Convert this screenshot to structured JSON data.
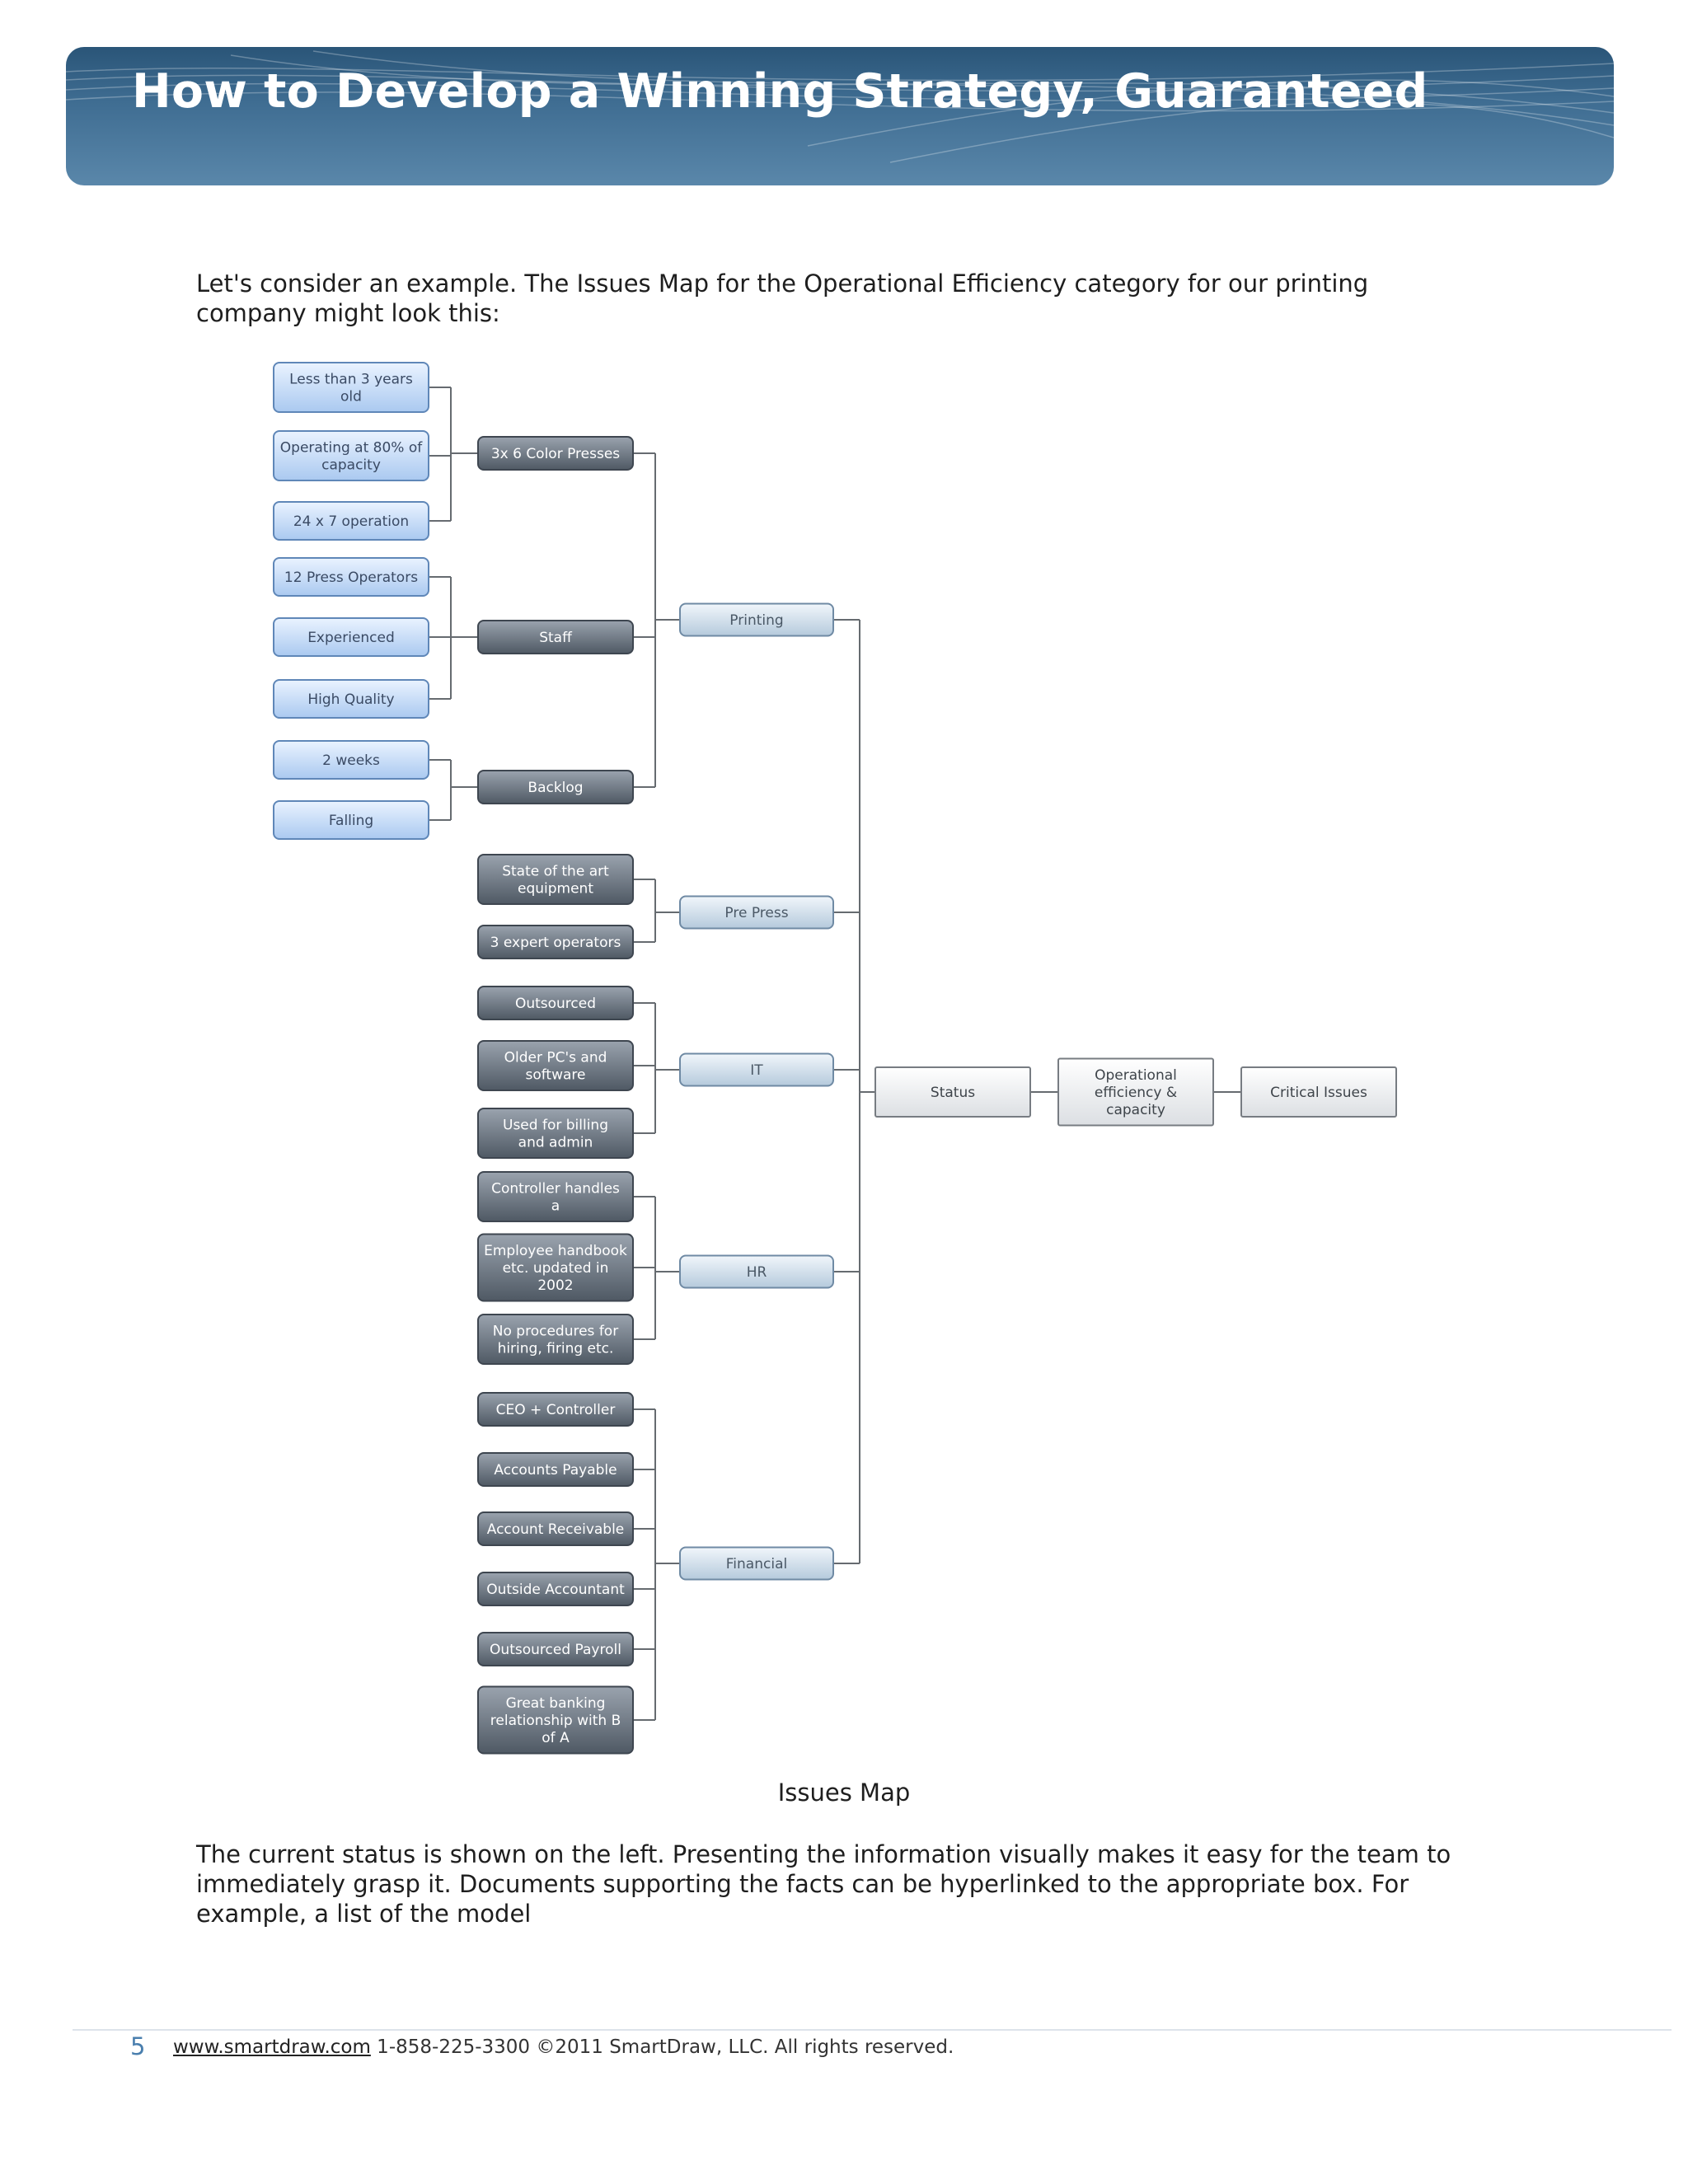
{
  "header": {
    "title": "How to Develop a Winning Strategy, Guaranteed"
  },
  "intro_text": "Let's consider an example. The Issues Map for the Operational Efficiency category for our printing company might look this:",
  "diagram": {
    "caption": "Issues Map",
    "root": "Critical Issues",
    "category": "Operational efficiency & capacity",
    "status": "Status",
    "areas": [
      {
        "label": "Printing",
        "subtopics": [
          {
            "label": "3x 6 Color Presses",
            "details": [
              "Less than 3 years old",
              "Operating at 80% of capacity",
              "24 x 7 operation"
            ]
          },
          {
            "label": "Staff",
            "details": [
              "12 Press Operators",
              "Experienced",
              "High Quality"
            ]
          },
          {
            "label": "Backlog",
            "details": [
              "2 weeks",
              "Falling"
            ]
          }
        ]
      },
      {
        "label": "Pre Press",
        "items": [
          "State of the art equipment",
          "3 expert operators"
        ]
      },
      {
        "label": "IT",
        "items": [
          "Outsourced",
          "Older PC's and software",
          "Used for billing and admin"
        ]
      },
      {
        "label": "HR",
        "items": [
          "Controller handles a",
          "Employee handbook etc. updated in 2002",
          "No procedures for hiring, firing etc."
        ]
      },
      {
        "label": "Financial",
        "items": [
          "CEO + Controller",
          "Accounts Payable",
          "Account Receivable",
          "Outside Accountant",
          "Outsourced Payroll",
          "Great banking relationship with B of A"
        ]
      }
    ]
  },
  "body_text": "The current status is shown on the left. Presenting the information visually makes it easy for the team to immediately grasp it. Documents supporting the facts can be hyperlinked to the appropriate box. For example, a list of the model",
  "footer": {
    "page_number": "5",
    "link": "www.smartdraw.com",
    "text": " 1-858-225-3300 ©2011 SmartDraw, LLC. All rights reserved."
  }
}
